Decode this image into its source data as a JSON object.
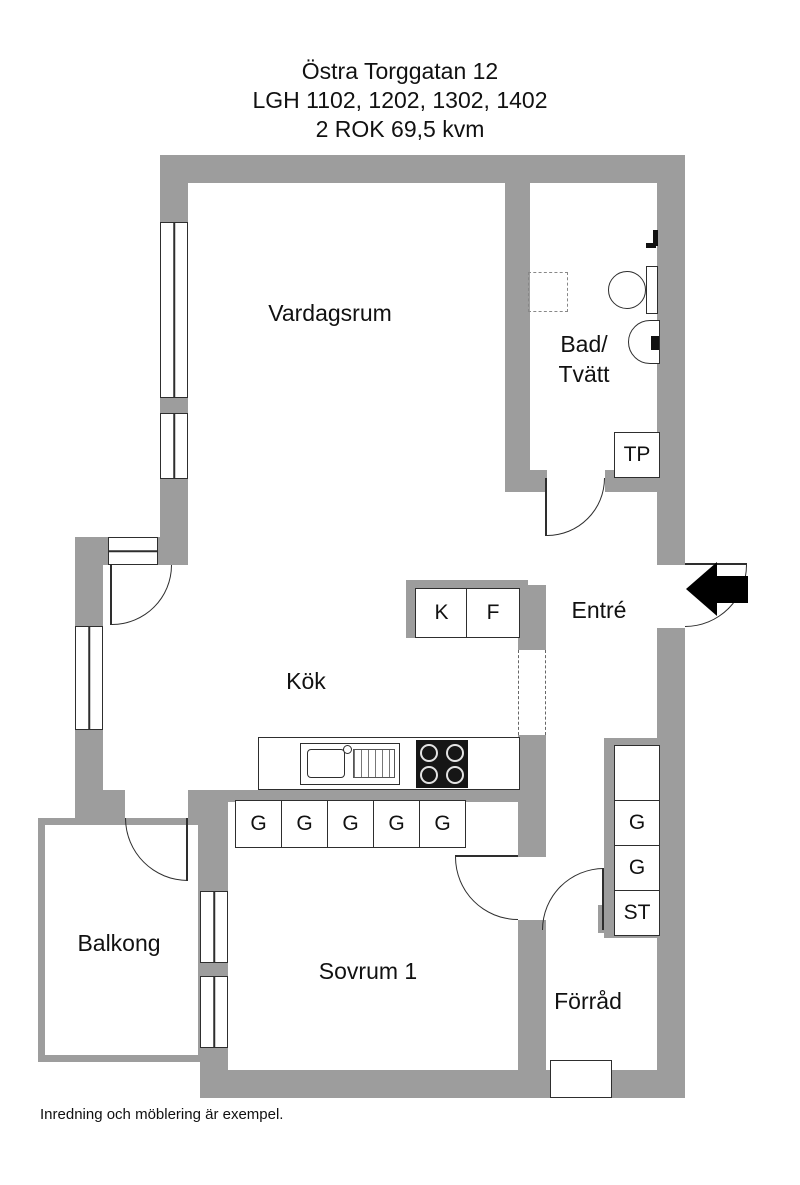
{
  "title": {
    "line1": "Östra Torggatan 12",
    "line2": "LGH 1102, 1202, 1302, 1402",
    "line3": "2 ROK 69,5 kvm"
  },
  "rooms": {
    "living": "Vardagsrum",
    "bath_line1": "Bad/",
    "bath_line2": "Tvätt",
    "entry": "Entré",
    "kitchen": "Kök",
    "balcony": "Balkong",
    "bedroom": "Sovrum 1",
    "storage": "Förråd"
  },
  "fixtures": {
    "dryer_tower": "TP",
    "fridge": "K",
    "freezer": "F"
  },
  "closets": {
    "row": [
      "G",
      "G",
      "G",
      "G",
      "G"
    ],
    "column": [
      "G",
      "G",
      "ST"
    ]
  },
  "footer": "Inredning och möblering är exempel.",
  "colors": {
    "wall": "#9d9d9d",
    "line": "#2e2e2e",
    "text": "#111111"
  }
}
